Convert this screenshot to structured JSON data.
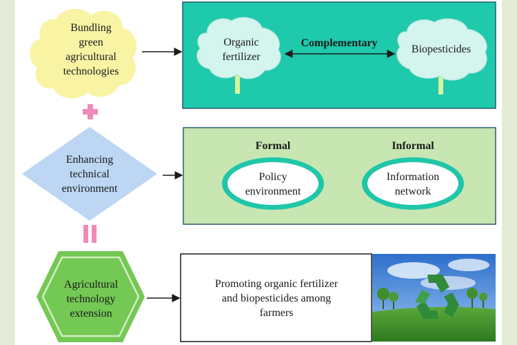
{
  "diagram": {
    "left_shapes": {
      "cloud": {
        "lines": [
          "Bundling",
          "green",
          "agricultural",
          "technologies"
        ],
        "fill": "#f8f4a4"
      },
      "diamond": {
        "lines": [
          "Enhancing",
          "technical",
          "environment"
        ],
        "fill": "#bcd6f4"
      },
      "hexagon": {
        "lines": [
          "Agricultural",
          "technology",
          "extension"
        ],
        "fill": "#74c854",
        "ring": "#d4eec4"
      }
    },
    "connectors": {
      "plus_color": "#f08ab8",
      "equals_color": "#f08ab8"
    },
    "panel_top": {
      "fill": "#1ec9ac",
      "tree_left": [
        "Organic",
        "fertilizer"
      ],
      "tree_right": [
        "Biopesticides"
      ],
      "relation_label": "Complementary",
      "canopy_color": "#d4f4ee",
      "trunk_color": "#d8f49c"
    },
    "panel_middle": {
      "fill": "#c8e6b2",
      "formal_label": "Formal",
      "informal_label": "Informal",
      "oval_left": [
        "Policy",
        "environment"
      ],
      "oval_right": [
        "Information",
        "network"
      ],
      "oval_ring": "#20c6a8"
    },
    "panel_bottom": {
      "lines": [
        "Promoting organic fertilizer",
        "and biopesticides among",
        "farmers"
      ]
    },
    "photo": {
      "sky": "#3a7ed0",
      "grass": "#3a8a28",
      "symbol_color": "#2f8a3a"
    }
  }
}
